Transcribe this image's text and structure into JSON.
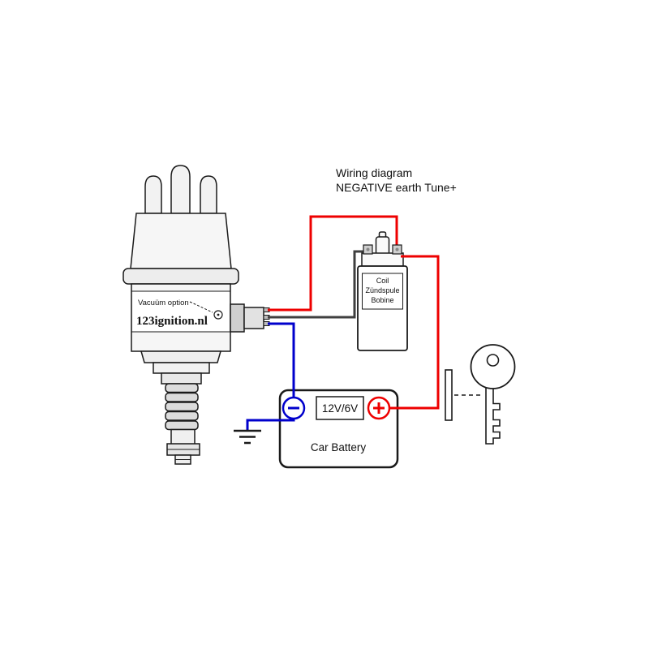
{
  "title": {
    "line1": "Wiring diagram",
    "line2": "NEGATIVE earth Tune+"
  },
  "distributor": {
    "vacuum_label": "Vacuüm option",
    "brand": "123ignition.nl"
  },
  "coil": {
    "lines": [
      "Coil",
      "Zündspule",
      "Bobine"
    ]
  },
  "battery": {
    "voltage": "12V/6V",
    "name": "Car Battery"
  },
  "icons": {
    "plus": "+",
    "minus": "−",
    "ground": "earth-ground",
    "key": "ignition-key"
  },
  "colors": {
    "wire_red": "#ee0000",
    "wire_blue": "#0000cc",
    "wire_black": "#3f3f3f",
    "outline": "#1a1a1a",
    "background": "#ffffff"
  }
}
